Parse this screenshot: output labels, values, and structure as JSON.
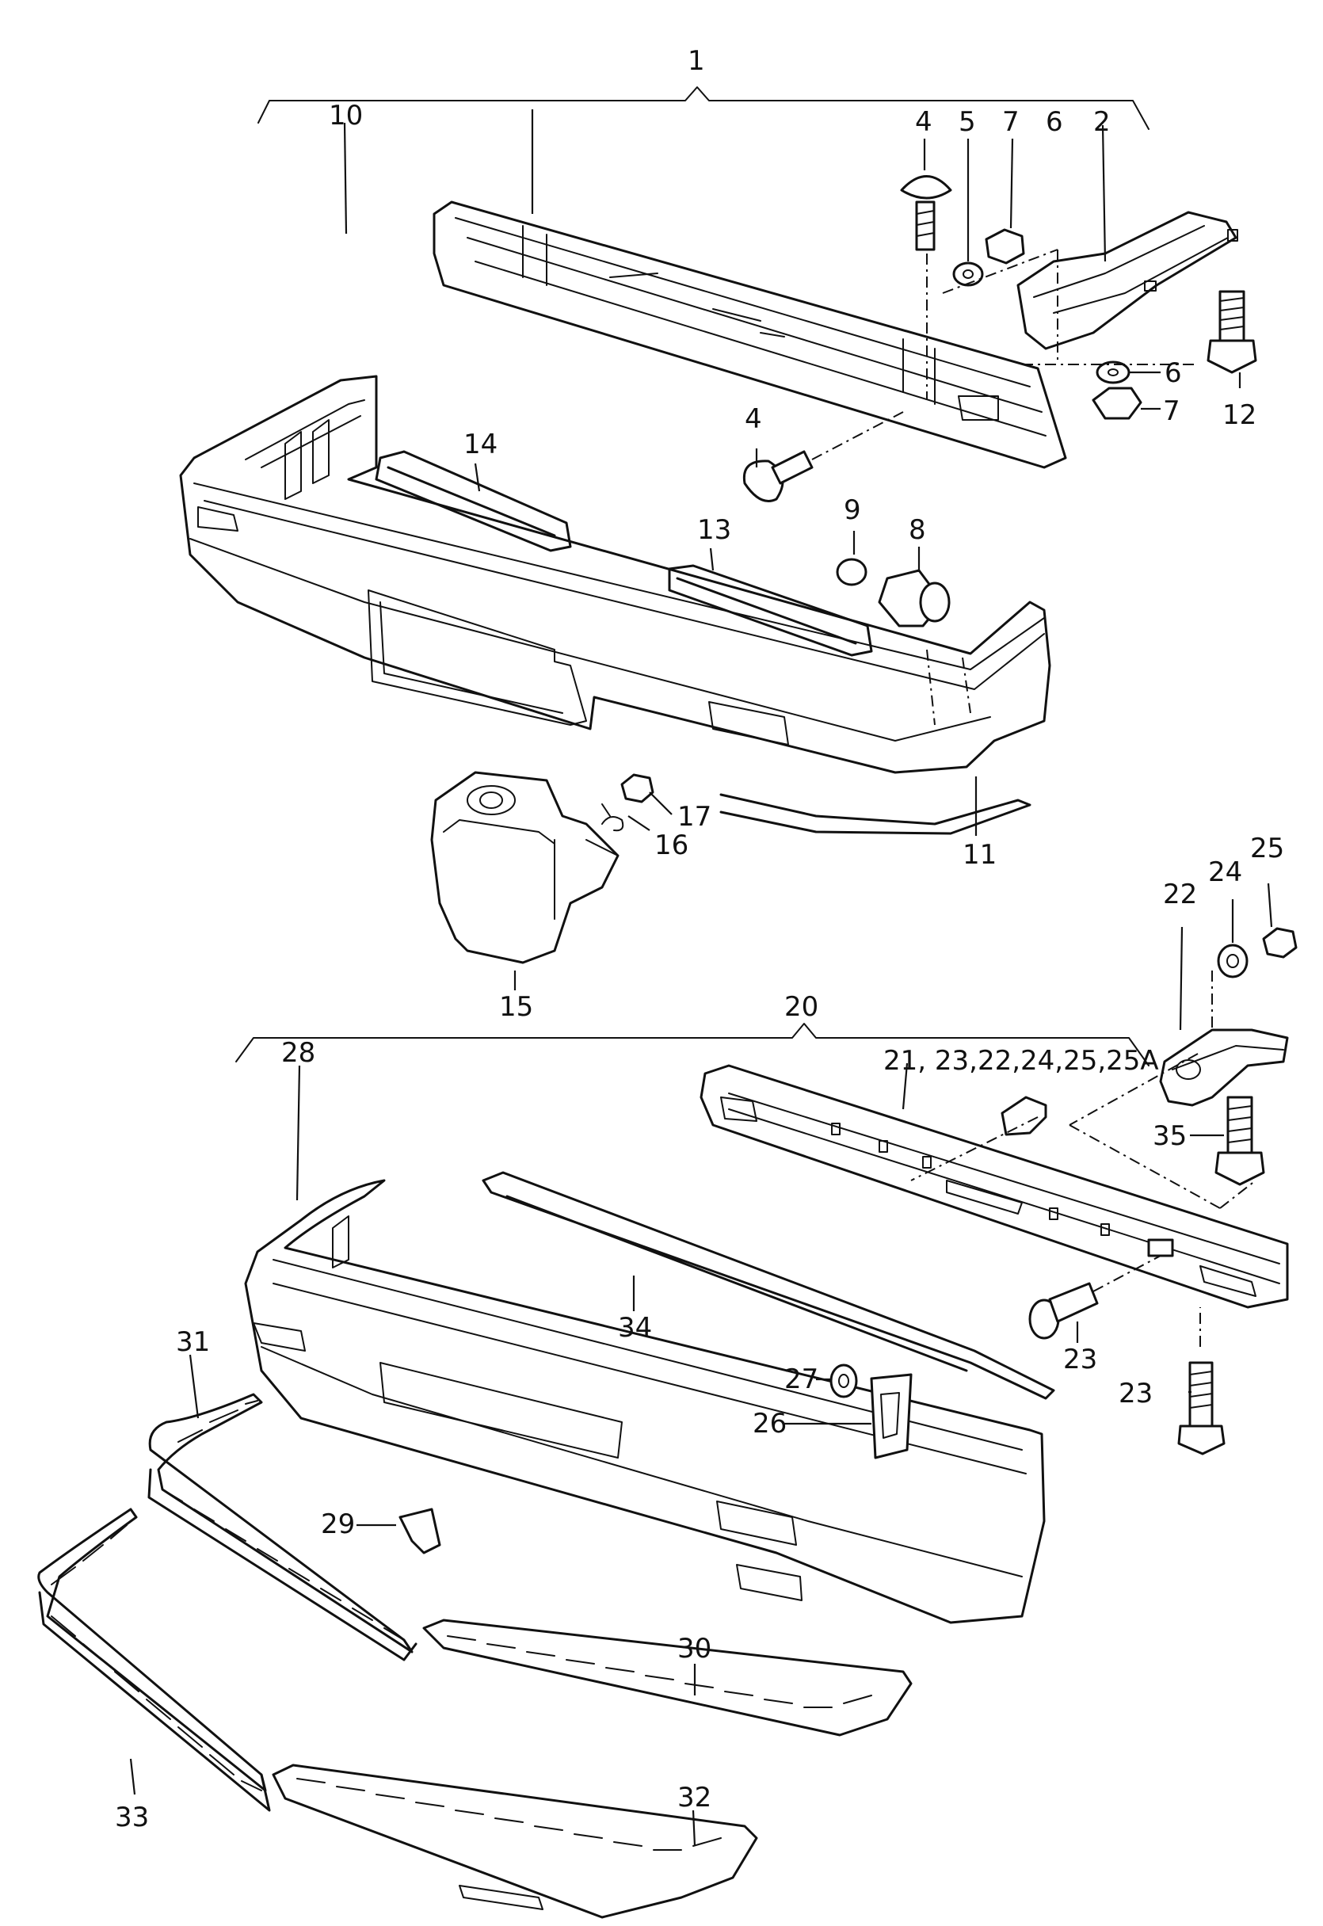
{
  "callouts": {
    "c1": "1",
    "c2": "2",
    "c4a": "4",
    "c4b": "4",
    "c5": "5",
    "c6a": "6",
    "c6b": "6",
    "c7a": "7",
    "c7b": "7",
    "c8": "8",
    "c9": "9",
    "c10": "10",
    "c11": "11",
    "c12": "12",
    "c13": "13",
    "c14": "14",
    "c15": "15",
    "c16": "16",
    "c17": "17",
    "c20": "20",
    "c21group": "21, 23,22,24,25,25A",
    "c22": "22",
    "c23a": "23",
    "c23b": "23",
    "c24": "24",
    "c25": "25",
    "c26": "26",
    "c27": "27",
    "c28": "28",
    "c29": "29",
    "c30": "30",
    "c31": "31",
    "c32": "32",
    "c33": "33",
    "c34": "34",
    "c35": "35"
  }
}
